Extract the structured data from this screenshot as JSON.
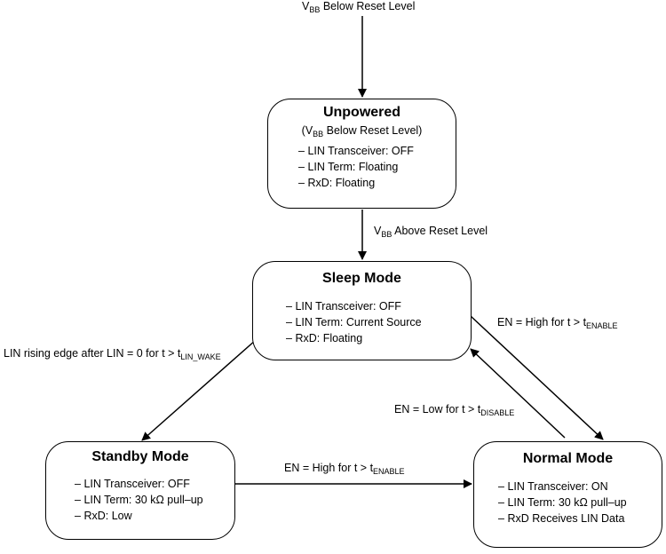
{
  "top_label": {
    "v": "V",
    "sub": "BB",
    "rest": " Below Reset Level"
  },
  "states": {
    "unpowered": {
      "title": "Unpowered",
      "subtitle": {
        "open": "(V",
        "sub": "BB",
        "rest": " Below Reset Level)"
      },
      "items": [
        "LIN Transceiver: OFF",
        "LIN Term: Floating",
        "RxD: Floating"
      ]
    },
    "sleep": {
      "title": "Sleep Mode",
      "items": [
        "LIN Transceiver: OFF",
        "LIN Term: Current Source",
        "RxD: Floating"
      ]
    },
    "standby": {
      "title": "Standby Mode",
      "items": [
        "LIN Transceiver: OFF",
        "LIN Term: 30 kΩ pull–up",
        "RxD: Low"
      ]
    },
    "normal": {
      "title": "Normal Mode",
      "items": [
        "LIN Transceiver: ON",
        "LIN Term: 30 kΩ pull–up",
        "RxD Receives LIN Data"
      ]
    }
  },
  "transitions": {
    "above_reset": {
      "v": "V",
      "sub": "BB",
      "rest": " Above Reset Level"
    },
    "lin_wake": {
      "text": "LIN rising edge after LIN = 0 for t > t",
      "sub": "LIN_WAKE"
    },
    "sleep_to_normal": {
      "text": "EN = High for t > t",
      "sub": "ENABLE"
    },
    "normal_to_sleep": {
      "text": "EN = Low for t > t",
      "sub": "DISABLE"
    },
    "standby_to_normal": {
      "text": "EN = High for t > t",
      "sub": "ENABLE"
    }
  }
}
